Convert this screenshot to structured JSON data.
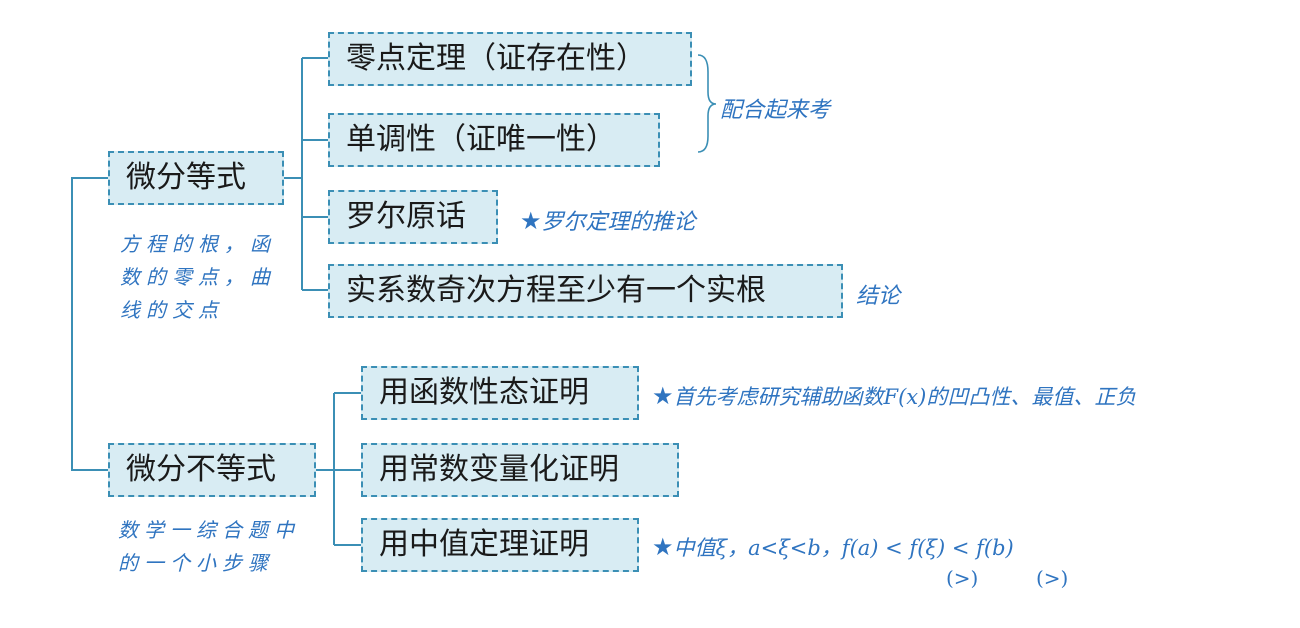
{
  "colors": {
    "line": "#3b8fb5",
    "box_fill": "#d8ecf3",
    "note_text": "#2f74c0",
    "box_text": "#1a1a1a"
  },
  "main1": {
    "label": "微分等式",
    "sub": "方程的根，函数的零点，曲线的交点",
    "items": [
      "零点定理（证存在性）",
      "单调性（证唯一性）",
      "罗尔原话",
      "实系数奇次方程至少有一个实根"
    ],
    "brace_note": "配合起来考",
    "rolle_note": "罗尔定理的推论",
    "conclusion_note": "结论"
  },
  "main2": {
    "label": "微分不等式",
    "sub": "数学一综合题中的一个小步骤",
    "items": [
      "用函数性态证明",
      "用常数变量化证明",
      "用中值定理证明"
    ],
    "note1": "首先考虑研究辅助函数F(x)的凹凸性、最值、正负",
    "note3": "中值ξ，a<ξ<b，f(a) < f(ξ) < f(b)",
    "note3_paren": "(>)",
    "star": "★"
  }
}
